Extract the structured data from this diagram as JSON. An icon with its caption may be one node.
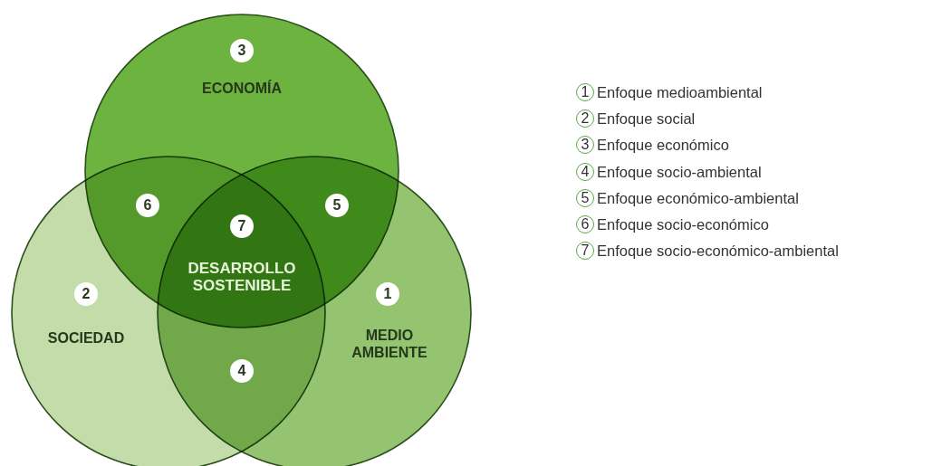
{
  "diagram": {
    "nodes": [
      {
        "text": [
          "3",
          "ECONOMÍA"
        ]
      },
      {
        "text": [
          "2",
          "SOCIEDAD"
        ]
      },
      {
        "text": [
          "1",
          "MEDIO AMBIENTE"
        ]
      }
    ],
    "labels": [
      "6",
      "5",
      "7",
      "DESARROLLO SOSTENIBLE",
      "4",
      "1",
      "Enfoque medioambiental",
      "2",
      "Enfoque social",
      "3",
      "Enfoque económico",
      "4",
      "Enfoque socio-ambiental",
      "5",
      "Enfoque económico-ambiental",
      "6",
      "Enfoque socio-económico",
      "7",
      "Enfoque socio-económico-ambiental"
    ]
  }
}
